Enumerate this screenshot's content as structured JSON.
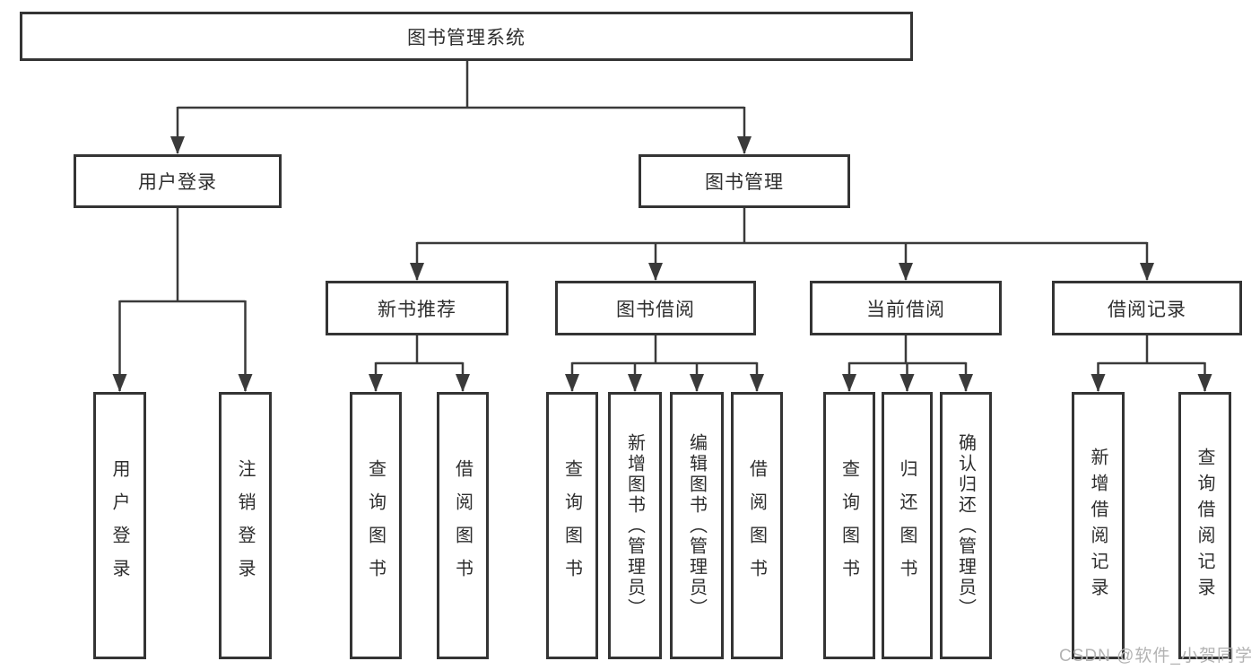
{
  "diagram_type": "hierarchy-tree",
  "tree": {
    "label": "图书管理系统",
    "children": [
      {
        "label": "用户登录",
        "children": [
          {
            "label": "用户登录"
          },
          {
            "label": "注销登录"
          }
        ]
      },
      {
        "label": "图书管理",
        "children": [
          {
            "label": "新书推荐",
            "children": [
              {
                "label": "查询图书"
              },
              {
                "label": "借阅图书"
              }
            ]
          },
          {
            "label": "图书借阅",
            "children": [
              {
                "label": "查询图书"
              },
              {
                "label": "新增图书（管理员）"
              },
              {
                "label": "编辑图书（管理员）"
              },
              {
                "label": "借阅图书"
              }
            ]
          },
          {
            "label": "当前借阅",
            "children": [
              {
                "label": "查询图书"
              },
              {
                "label": "归还图书"
              },
              {
                "label": "确认归还（管理员）"
              }
            ]
          },
          {
            "label": "借阅记录",
            "children": [
              {
                "label": "新增借阅记录"
              },
              {
                "label": "查询借阅记录"
              }
            ]
          }
        ]
      }
    ]
  },
  "watermark": "CSDN @软件_小贺同学",
  "colors": {
    "line": "#3a3a3a",
    "border": "#343434",
    "text": "#2e2e2e",
    "watermark": "#b3b3b3",
    "background": "#ffffff"
  }
}
